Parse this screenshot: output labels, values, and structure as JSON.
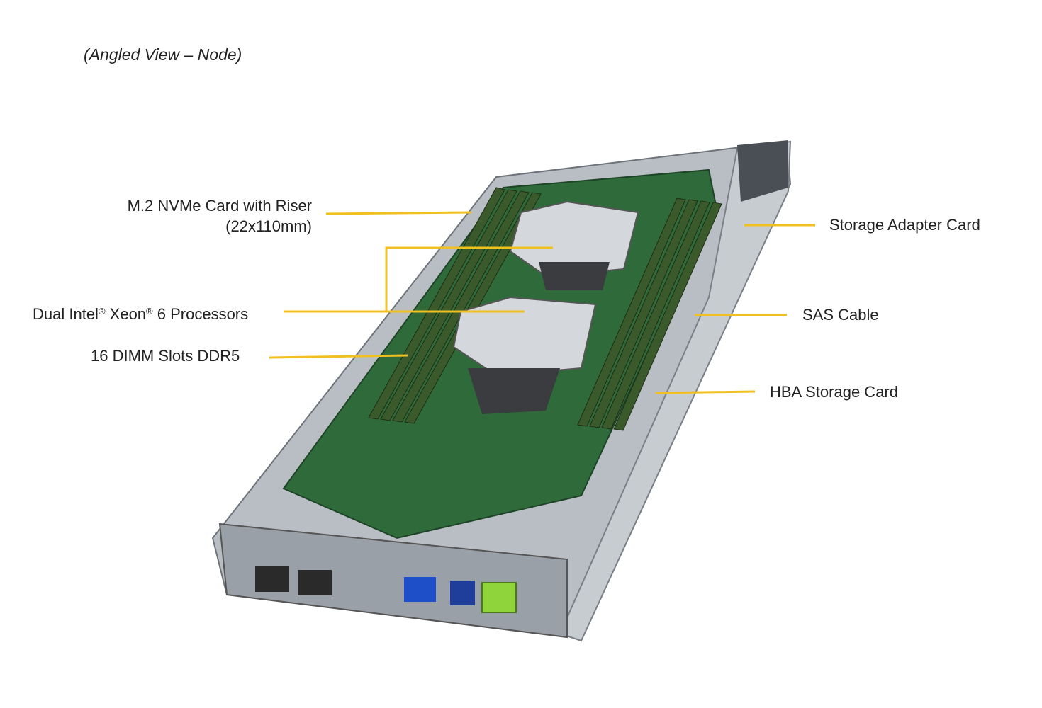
{
  "caption": "(Angled View – Node)",
  "labels": {
    "m2_line1": "M.2 NVMe Card with Riser",
    "m2_line2": "(22x110mm)",
    "cpu_pre": "Dual Intel",
    "cpu_reg1": "®",
    "cpu_mid": " Xeon",
    "cpu_reg2": "®",
    "cpu_post": " 6 Processors",
    "dimm": "16 DIMM Slots DDR5",
    "storage_adapter": "Storage Adapter Card",
    "sas": "SAS Cable",
    "hba": "HBA Storage Card"
  },
  "colors": {
    "leader": "#f0c020",
    "chassis": "#b9bec4",
    "board": "#2f6a3a",
    "dimm": "#3a5a2c",
    "heatsink": "#c9ccd0",
    "port_blue": "#1f4fc8",
    "port_green": "#8fd43a"
  }
}
